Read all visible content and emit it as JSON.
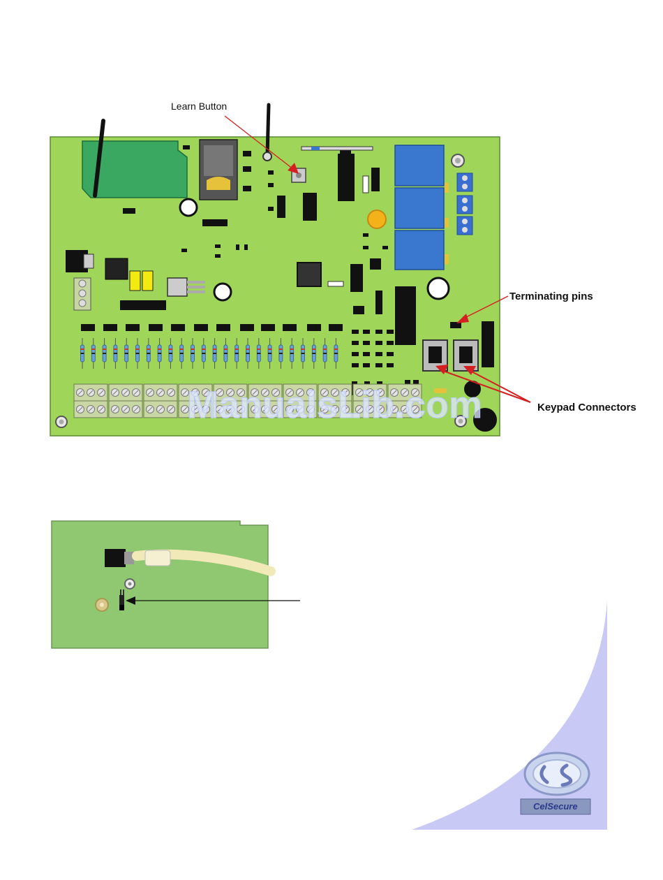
{
  "labels": {
    "learn_button": "Learn Button",
    "terminating_pins": "Terminating pins",
    "keypad_connectors": "Keypad Connectors"
  },
  "watermark": "ManualsLib.com",
  "logo": {
    "brand": "CelSecure"
  },
  "colors": {
    "pcb_green": "#9fd65a",
    "pcb_light_green": "#8fc870",
    "gsm_module": "#3aa860",
    "relay_blue": "#3a78d0",
    "arrow_red": "#d42020",
    "corner_swoosh": "#c9c9f5"
  }
}
